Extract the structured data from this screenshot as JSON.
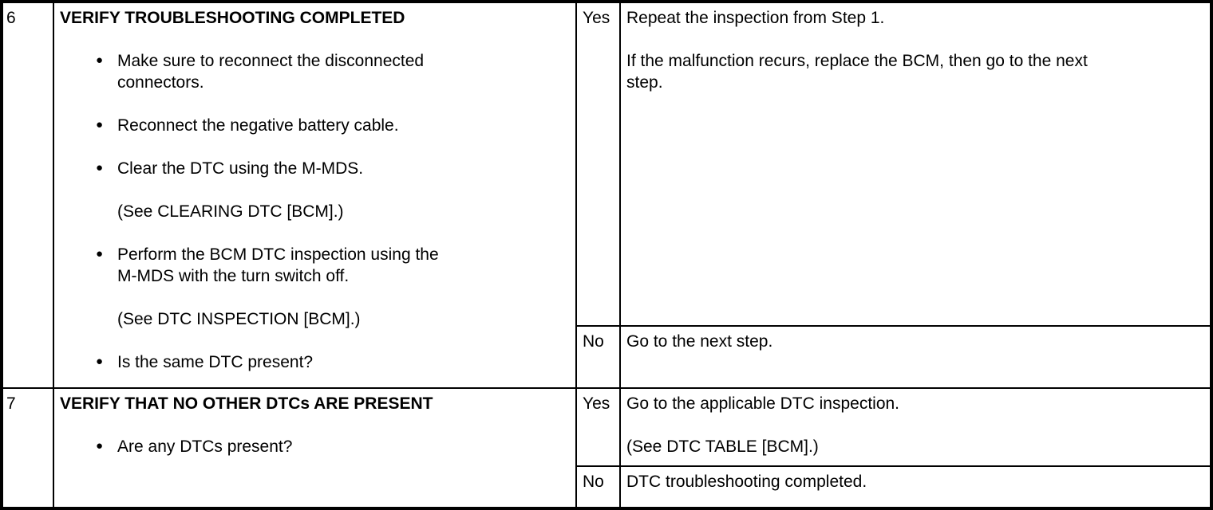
{
  "document": {
    "rows": [
      {
        "step": "6",
        "action": {
          "title": "VERIFY TROUBLESHOOTING COMPLETED",
          "items": [
            {
              "bullet": true,
              "lines": [
                "Make sure to reconnect the disconnected",
                "connectors."
              ]
            },
            {
              "bullet": true,
              "lines": [
                "Reconnect the negative battery cable."
              ]
            },
            {
              "bullet": true,
              "lines": [
                "Clear the DTC using the M-MDS."
              ]
            },
            {
              "bullet": false,
              "lines": [
                "(See CLEARING DTC [BCM].)"
              ]
            },
            {
              "bullet": true,
              "lines": [
                "Perform the BCM DTC inspection using the",
                "M-MDS with the turn switch off."
              ]
            },
            {
              "bullet": false,
              "lines": [
                "(See DTC INSPECTION [BCM].)"
              ]
            },
            {
              "bullet": true,
              "lines": [
                "Is the same DTC present?"
              ]
            }
          ]
        },
        "yes_label": "Yes",
        "yes_lines": [
          "Repeat the inspection from Step 1.",
          "",
          "If the malfunction recurs, replace the BCM, then go to the next",
          "step."
        ],
        "no_label": "No",
        "no_lines": [
          "Go to the next step."
        ]
      },
      {
        "step": "7",
        "action": {
          "title": "VERIFY THAT NO OTHER DTCs ARE PRESENT",
          "items": [
            {
              "bullet": true,
              "lines": [
                "Are any DTCs present?"
              ]
            }
          ]
        },
        "yes_label": "Yes",
        "yes_lines": [
          "Go to the applicable DTC inspection.",
          "",
          "(See DTC TABLE [BCM].)"
        ],
        "no_label": "No",
        "no_lines": [
          "DTC troubleshooting completed."
        ]
      }
    ]
  }
}
